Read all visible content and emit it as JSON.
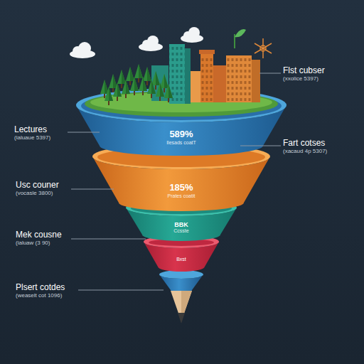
{
  "diagram": {
    "nodes": [
      {
        "text": [
          "589%",
          "Ilesads coatT"
        ]
      },
      {
        "text": [
          "185%",
          "Prates coatit"
        ]
      },
      {
        "text": [
          "BBK",
          "Ccsste"
        ]
      },
      {
        "text": [
          "Bxst"
        ]
      }
    ],
    "labels": [
      "Flst cubser",
      "(xxolice 5397)",
      "Lectures",
      "(ialuaue 5397)",
      "Fart cotses",
      "(xacaud 4p 5307)",
      "Usc couner",
      "(vocasle 3800)",
      "Mek cousne",
      "(ialuaw (3 90)",
      "Plsert cotdes",
      "(weaselt cot 1096)"
    ]
  }
}
